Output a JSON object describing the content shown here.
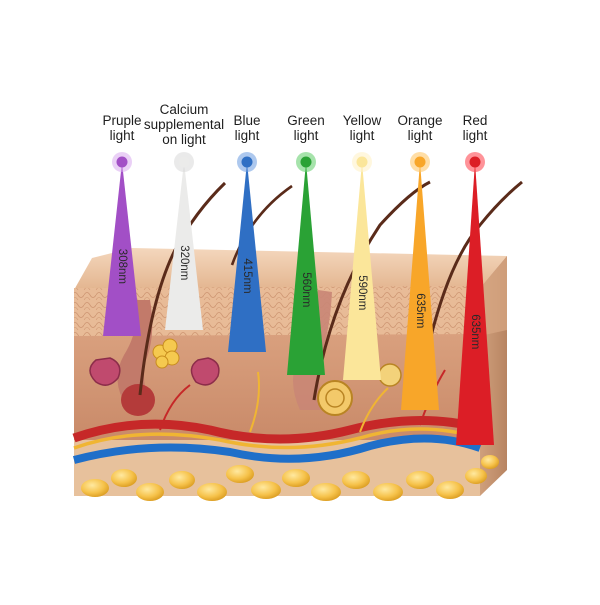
{
  "lights": [
    {
      "label": [
        "Pruple",
        "light"
      ],
      "wavelength": "308nm",
      "color": "#a24fc6",
      "dot": "#d9a9ee"
    },
    {
      "label": [
        "Calcium",
        "supplemental",
        "on light"
      ],
      "wavelength": "320nm",
      "color": "#ebebea",
      "dot": "#d8d8d8"
    },
    {
      "label": [
        "Blue",
        "light"
      ],
      "wavelength": "415nm",
      "color": "#2f6fc4",
      "dot": "#6a9be0"
    },
    {
      "label": [
        "Green",
        "light"
      ],
      "wavelength": "560nm",
      "color": "#2aa235",
      "dot": "#5ccc66"
    },
    {
      "label": [
        "Yellow",
        "light"
      ],
      "wavelength": "590nm",
      "color": "#fbe69a",
      "dot": "#fff1c2"
    },
    {
      "label": [
        "Orange",
        "light"
      ],
      "wavelength": "635nm",
      "color": "#f8a629",
      "dot": "#ffc25c"
    },
    {
      "label": [
        "Red",
        "light"
      ],
      "wavelength": "635nm",
      "color": "#dc1e26",
      "dot": "#ff3b45"
    }
  ]
}
